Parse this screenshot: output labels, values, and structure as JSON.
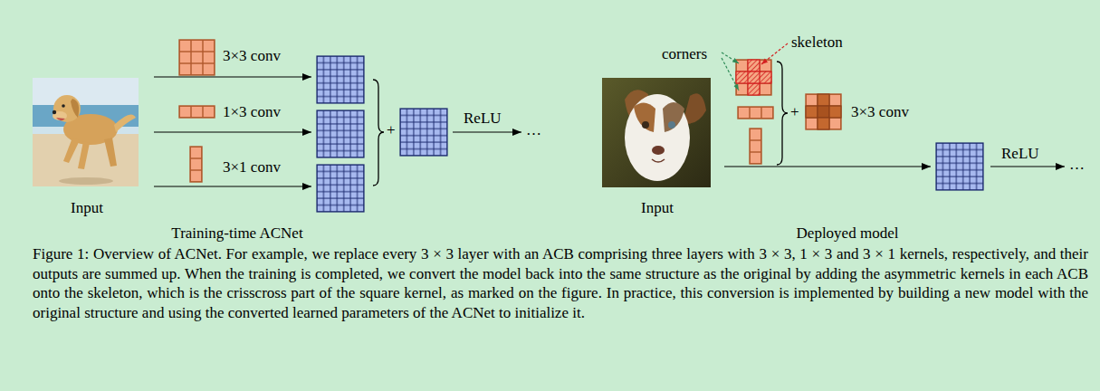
{
  "diagram": {
    "caption": "Figure 1: Overview of ACNet. For example, we replace every 3 × 3 layer with an ACB comprising three layers with 3 × 3, 1 × 3 and 3 × 1 kernels, respectively, and their outputs are summed up. When the training is completed, we convert the model back into the same structure as the original by adding the asymmetric kernels in each ACB onto the skeleton, which is the crisscross part of the square kernel, as marked on the figure. In practice, this conversion is implemented by building a new model with the original structure and using the converted learned parameters of the ACNet to initialize it.",
    "nodes": [
      {
        "text": [
          "Input"
        ]
      },
      {
        "text": [
          "3×3 conv"
        ]
      },
      {
        "text": [
          "1×3 conv"
        ]
      },
      {
        "text": [
          "3×1 conv"
        ]
      },
      {
        "text": [
          "Input"
        ]
      },
      {
        "text": [
          "3×3 conv"
        ]
      }
    ],
    "labels": [
      "+",
      "ReLU",
      "…",
      "Training-time ACNet",
      "corners",
      "skeleton",
      "+",
      "ReLU",
      "…",
      "Deployed model"
    ]
  }
}
